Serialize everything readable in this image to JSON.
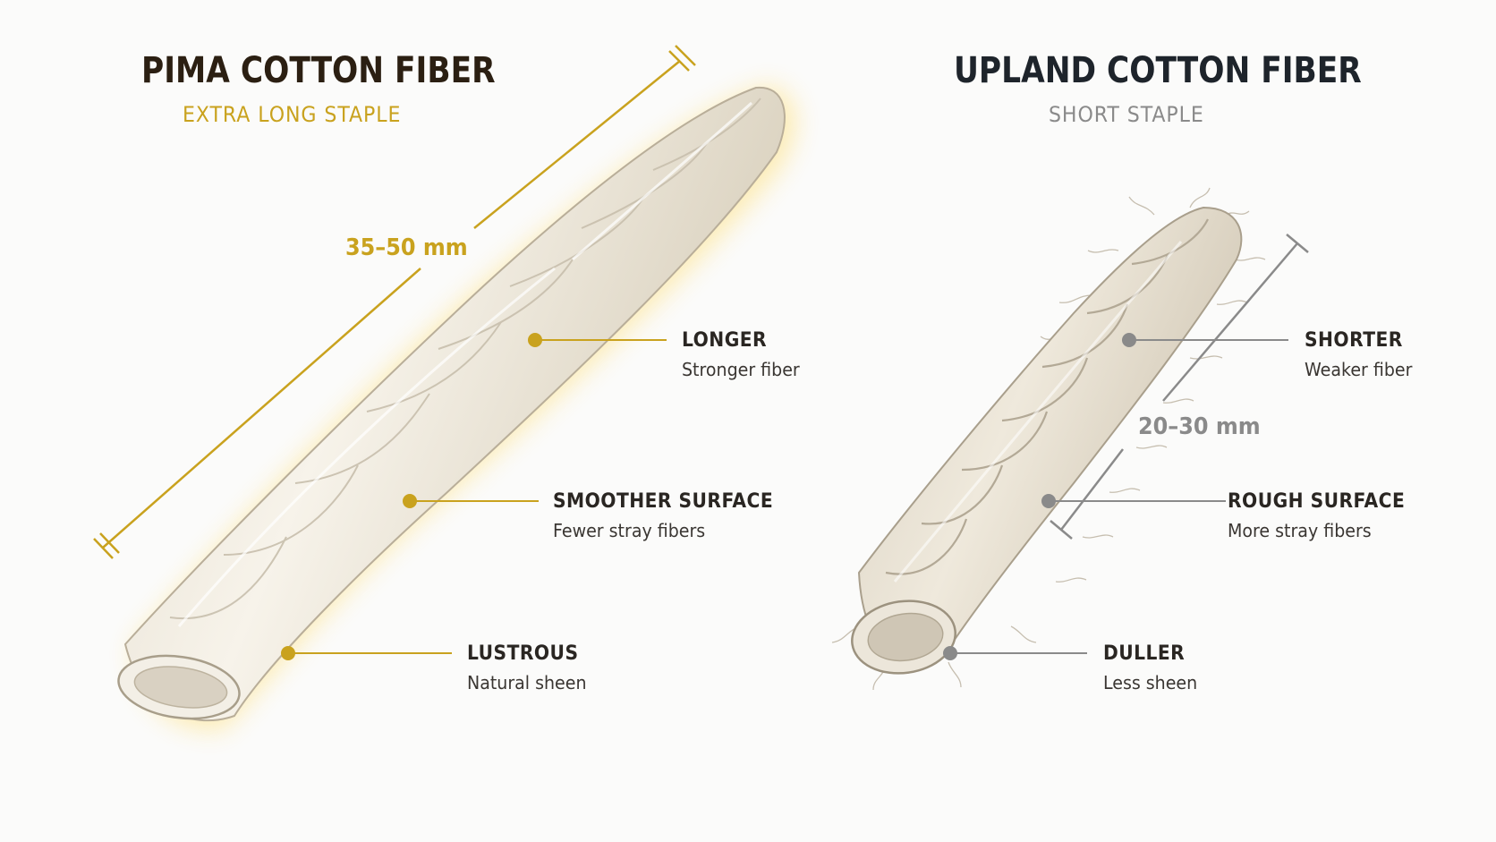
{
  "colors": {
    "pima_accent": "#c9a21e",
    "pima_title": "#2b1f12",
    "upland_accent": "#8a8a8a",
    "upland_title": "#1e242b",
    "fiber_fill": "#efeae0"
  },
  "pima": {
    "title": "PIMA COTTON FIBER",
    "subtitle": "EXTRA LONG STAPLE",
    "length": "35–50 mm",
    "callouts": [
      {
        "head": "LONGER",
        "sub": "Stronger fiber"
      },
      {
        "head": "SMOOTHER SURFACE",
        "sub": "Fewer stray fibers"
      },
      {
        "head": "LUSTROUS",
        "sub": "Natural sheen"
      }
    ]
  },
  "upland": {
    "title": "UPLAND COTTON FIBER",
    "subtitle": "SHORT STAPLE",
    "length": "20–30 mm",
    "callouts": [
      {
        "head": "SHORTER",
        "sub": "Weaker fiber"
      },
      {
        "head": "ROUGH SURFACE",
        "sub": "More stray fibers"
      },
      {
        "head": "DULLER",
        "sub": "Less sheen"
      }
    ]
  }
}
